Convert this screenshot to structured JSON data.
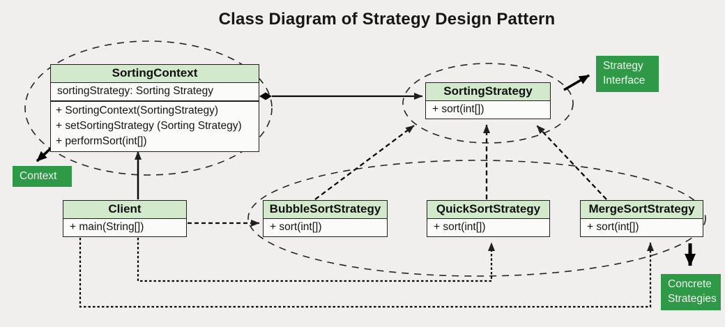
{
  "title": "Class Diagram of Strategy Design Pattern",
  "colors": {
    "background": "#f0efed",
    "class_header_green": "#d3e9cb",
    "annotation_green": "#2e9a47",
    "line_black": "#1f1f1f"
  },
  "classes": {
    "sorting_context": {
      "name": "SortingContext",
      "attributes": [
        "sortingStrategy: Sorting Strategy"
      ],
      "methods": [
        "+ SortingContext(SortingStrategy)",
        "+ setSortingStrategy (Sorting Strategy)",
        "+ performSort(int[])"
      ]
    },
    "sorting_strategy": {
      "name": "SortingStrategy",
      "methods": [
        "+ sort(int[])"
      ]
    },
    "client": {
      "name": "Client",
      "methods": [
        "+ main(String[])"
      ]
    },
    "bubble_sort": {
      "name": "BubbleSortStrategy",
      "methods": [
        "+ sort(int[])"
      ]
    },
    "quick_sort": {
      "name": "QuickSortStrategy",
      "methods": [
        "+ sort(int[])"
      ]
    },
    "merge_sort": {
      "name": "MergeSortStrategy",
      "methods": [
        "+ sort(int[])"
      ]
    }
  },
  "annotations": {
    "context": "Context",
    "strategy_interface": {
      "line1": "Strategy",
      "line2": "Interface"
    },
    "concrete_strategies": {
      "line1": "Concrete",
      "line2": "Strategies"
    }
  }
}
